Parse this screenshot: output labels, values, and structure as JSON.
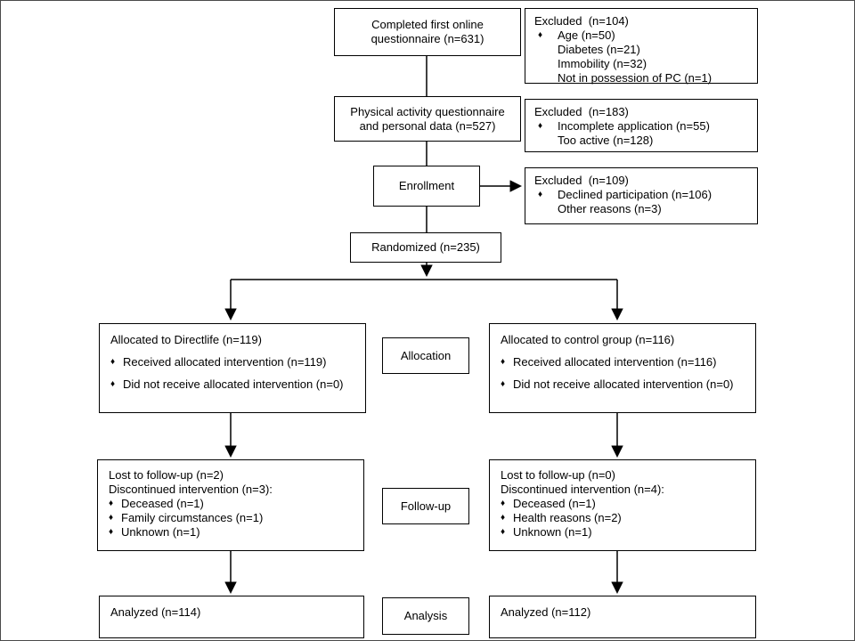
{
  "page": {
    "background": "#ffffff",
    "line_color": "#000000",
    "box_border_color": "#000000"
  },
  "glyphs": {
    "diamond_bullet": "♦"
  },
  "flow": {
    "completed": {
      "line1": "Completed first online",
      "line2": "questionnaire (n=631)"
    },
    "excluded_top": {
      "title": "Excluded  (n=104)",
      "items": [
        "Age (n=50)",
        "Diabetes (n=21)",
        "Immobility (n=32)",
        "Not in possession of PC (n=1)"
      ]
    },
    "physical": {
      "line1": "Physical activity questionnaire",
      "line2": "and personal data (n=527)"
    },
    "excluded_mid": {
      "title": "Excluded  (n=183)",
      "items": [
        "Incomplete application (n=55)",
        "Too active (n=128)"
      ]
    },
    "enrollment": {
      "label": "Enrollment"
    },
    "excluded_enroll": {
      "title": "Excluded  (n=109)",
      "items": [
        "Declined participation (n=106)",
        "Other reasons (n=3)"
      ]
    },
    "randomized": {
      "label": "Randomized (n=235)"
    },
    "stages": {
      "allocation": "Allocation",
      "followup": "Follow-up",
      "analysis": "Analysis"
    },
    "allocated_left": {
      "title": "Allocated to Directlife (n=119)",
      "items": [
        "Received allocated intervention (n=119)",
        "Did not receive allocated intervention (n=0)"
      ]
    },
    "allocated_right": {
      "title": "Allocated to control group (n=116)",
      "items": [
        "Received allocated intervention (n=116)",
        "Did not receive allocated intervention (n=0)"
      ]
    },
    "lost_left": {
      "line1": "Lost to follow-up (n=2)",
      "line2": "Discontinued intervention (n=3):",
      "items": [
        "Deceased (n=1)",
        "Family circumstances (n=1)",
        "Unknown (n=1)"
      ]
    },
    "lost_right": {
      "line1": "Lost to follow-up (n=0)",
      "line2": "Discontinued intervention (n=4):",
      "items": [
        "Deceased (n=1)",
        "Health reasons (n=2)",
        "Unknown (n=1)"
      ]
    },
    "analyzed_left": {
      "label": "Analyzed (n=114)"
    },
    "analyzed_right": {
      "label": "Analyzed (n=112)"
    }
  }
}
